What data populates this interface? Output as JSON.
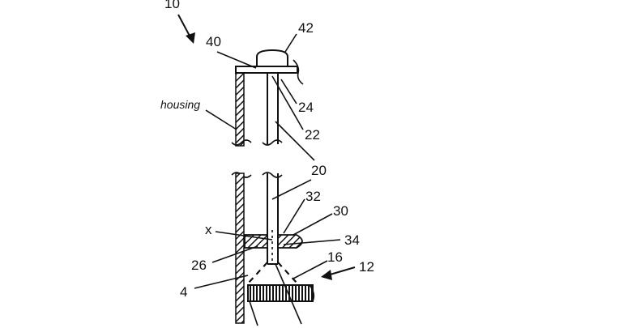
{
  "labels": {
    "fig_ref": "10",
    "ref_42": "42",
    "ref_40": "40",
    "housing": "housing",
    "ref_24": "24",
    "ref_22": "22",
    "ref_20_upper": "20",
    "ref_20_lower": "20",
    "ref_32": "32",
    "ref_30": "30",
    "x": "x",
    "ref_34": "34",
    "ref_26": "26",
    "ref_16": "16",
    "ref_12": "12",
    "ref_4": "4"
  },
  "colors": {
    "ink": "#111111",
    "background": "#ffffff"
  }
}
